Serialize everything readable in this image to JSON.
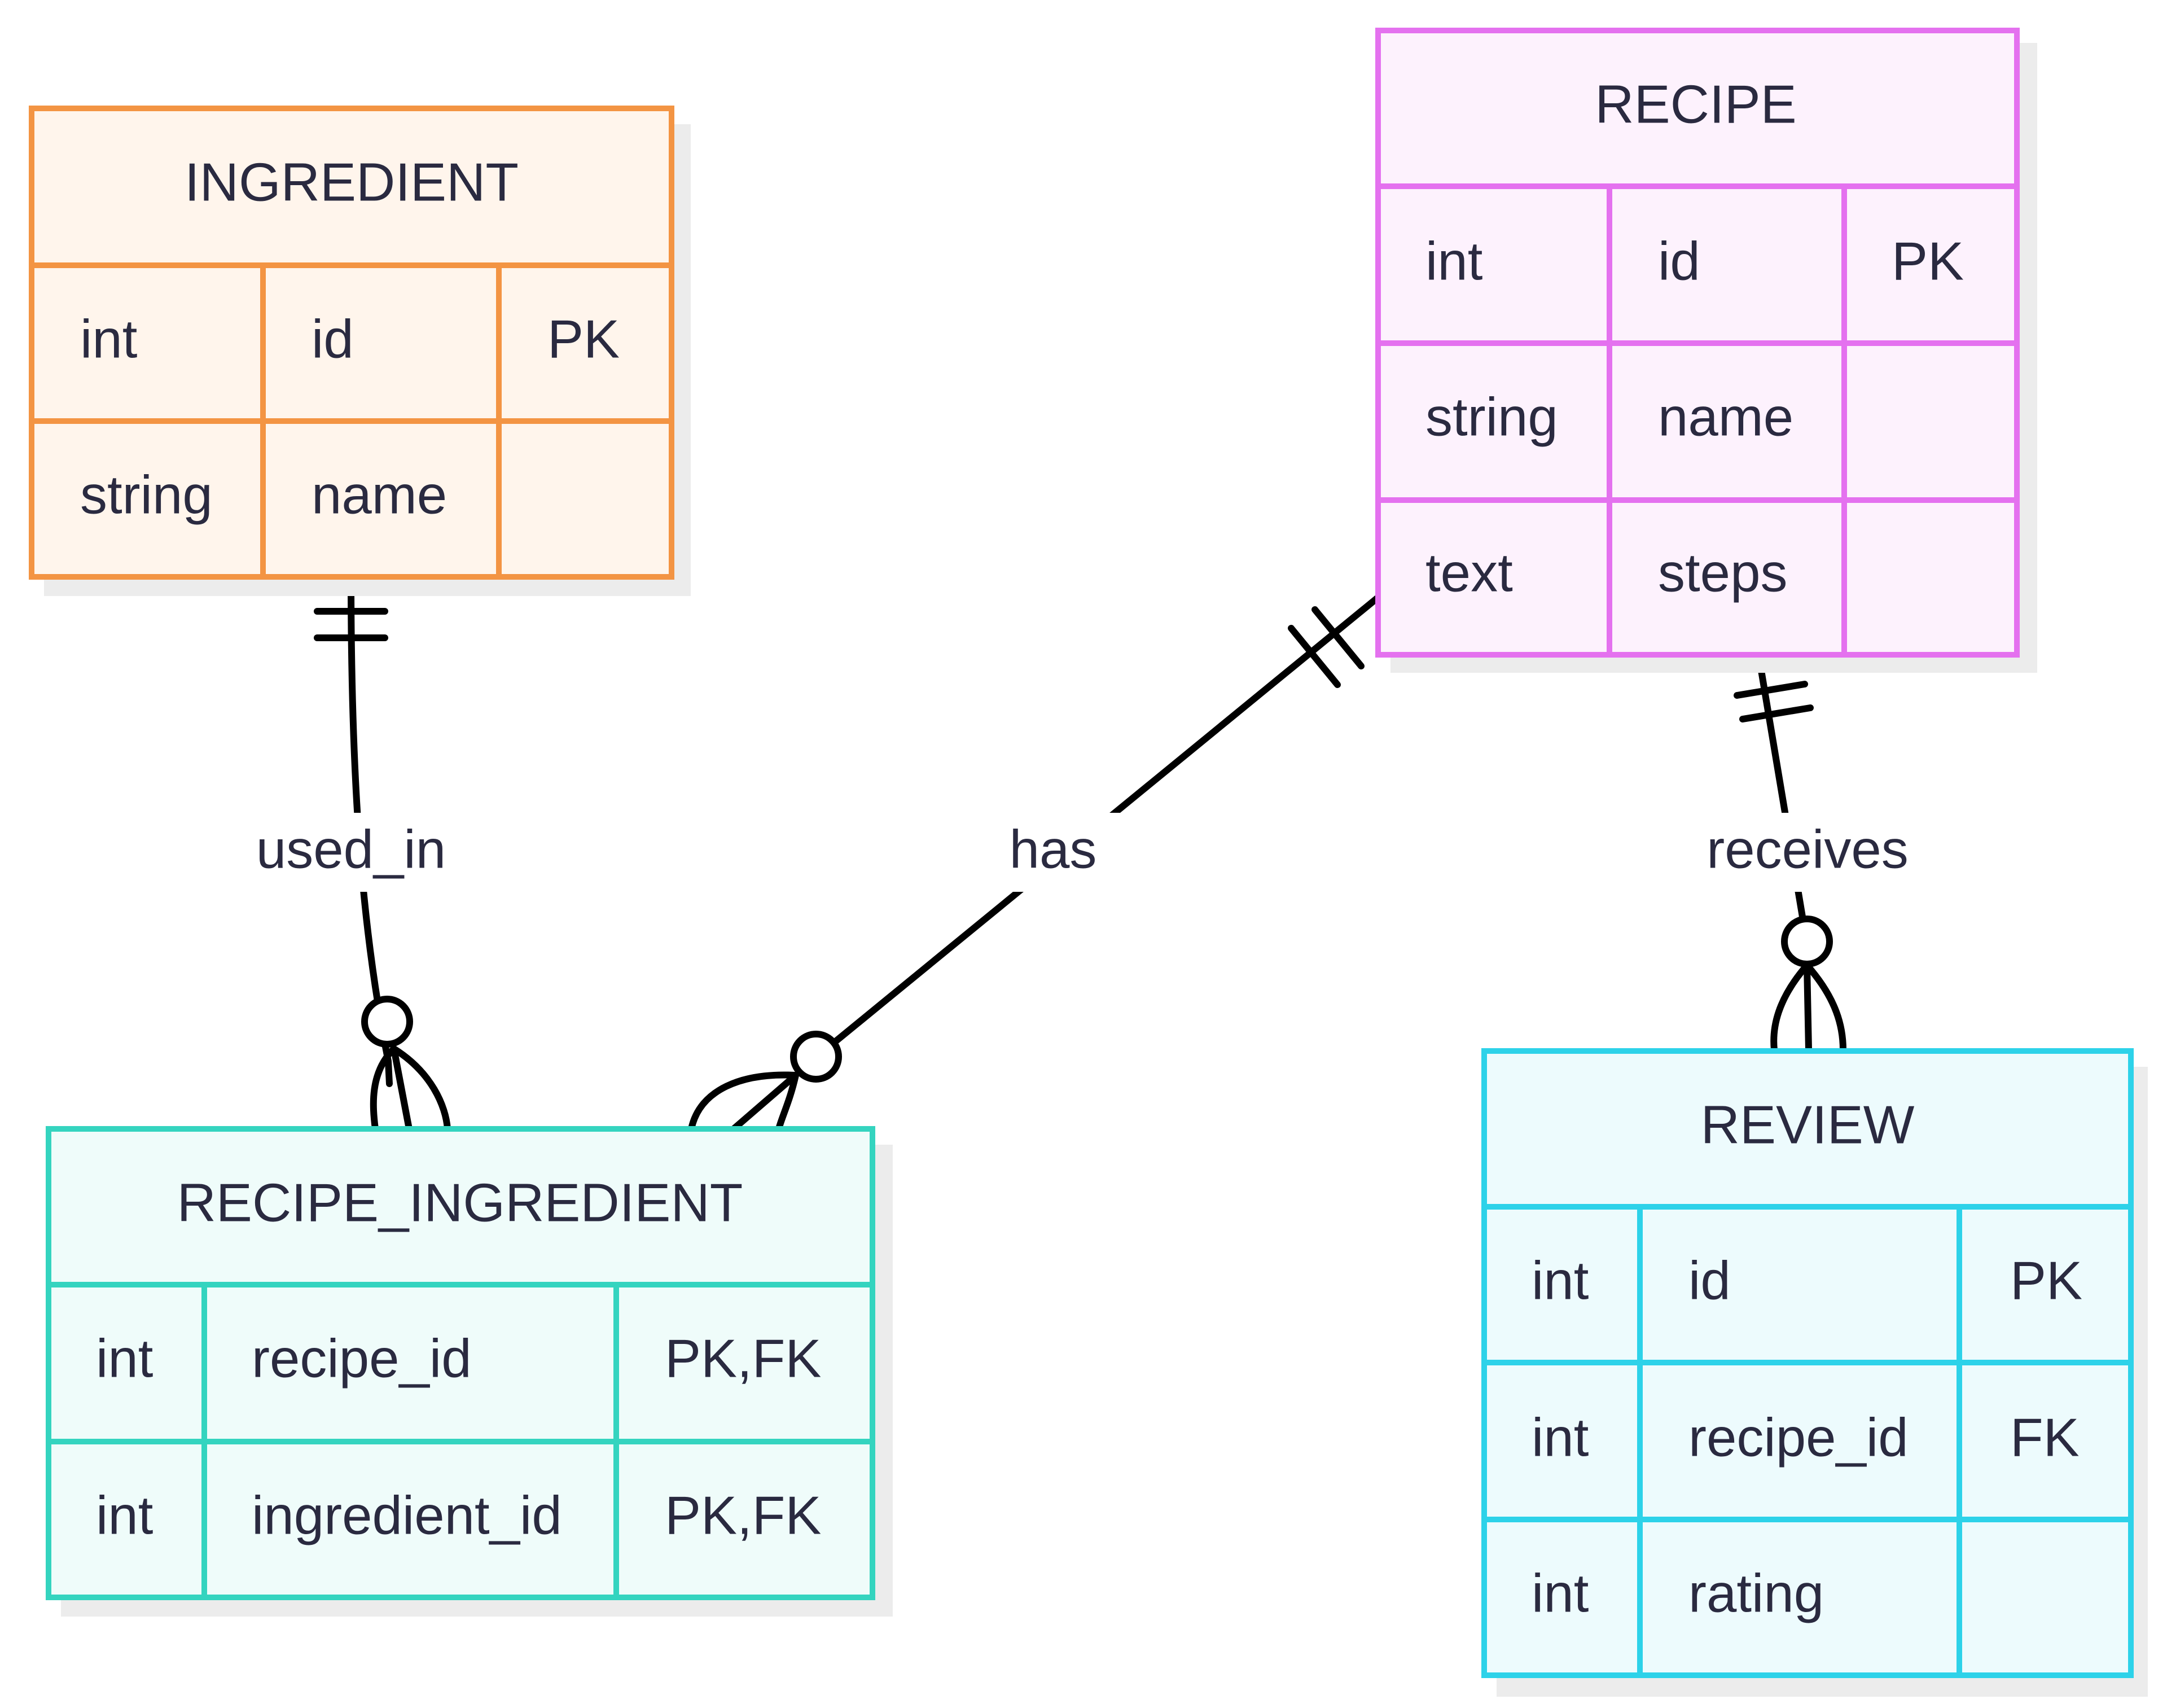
{
  "diagram": {
    "entities": [
      {
        "title": "INGREDIENT",
        "stroke": "#f39443",
        "fill": "#fff5ec",
        "rows": [
          {
            "type": "int",
            "name": "id",
            "key": "PK"
          },
          {
            "type": "string",
            "name": "name",
            "key": ""
          }
        ]
      },
      {
        "title": "RECIPE",
        "stroke": "#e471ef",
        "fill": "#fdf2fd",
        "rows": [
          {
            "type": "int",
            "name": "id",
            "key": "PK"
          },
          {
            "type": "string",
            "name": "name",
            "key": ""
          },
          {
            "type": "text",
            "name": "steps",
            "key": ""
          }
        ]
      },
      {
        "title": "RECIPE_INGREDIENT",
        "stroke": "#34d4bf",
        "fill": "#effcfa",
        "rows": [
          {
            "type": "int",
            "name": "recipe_id",
            "key": "PK,FK"
          },
          {
            "type": "int",
            "name": "ingredient_id",
            "key": "PK,FK"
          }
        ]
      },
      {
        "title": "REVIEW",
        "stroke": "#2dd2e9",
        "fill": "#edfbfd",
        "rows": [
          {
            "type": "int",
            "name": "id",
            "key": "PK"
          },
          {
            "type": "int",
            "name": "recipe_id",
            "key": "FK"
          },
          {
            "type": "int",
            "name": "rating",
            "key": ""
          }
        ]
      }
    ],
    "relationships": [
      {
        "from": "INGREDIENT",
        "to": "RECIPE_INGREDIENT",
        "label": "used_in",
        "from_cardinality": "exactly-one",
        "to_cardinality": "zero-or-many"
      },
      {
        "from": "RECIPE",
        "to": "RECIPE_INGREDIENT",
        "label": "has",
        "from_cardinality": "exactly-one",
        "to_cardinality": "zero-or-many"
      },
      {
        "from": "RECIPE",
        "to": "REVIEW",
        "label": "receives",
        "from_cardinality": "exactly-one",
        "to_cardinality": "zero-or-many"
      }
    ]
  }
}
